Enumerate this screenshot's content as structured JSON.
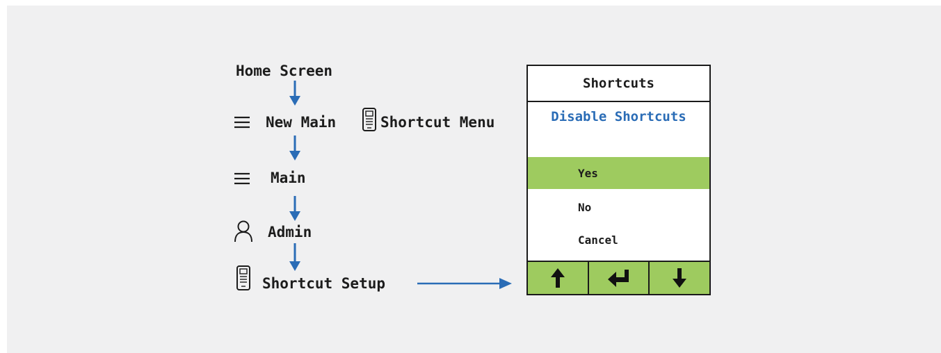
{
  "flow": {
    "home_screen": "Home Screen",
    "new_main": "New Main",
    "shortcut_menu": "Shortcut Menu",
    "main": "Main",
    "admin": "Admin",
    "shortcut_setup": "Shortcut Setup"
  },
  "device": {
    "title": "Shortcuts",
    "subtitle": "Disable Shortcuts",
    "options": [
      "Yes",
      "No",
      "Cancel"
    ],
    "selected_option": "Yes",
    "keys": [
      "up-arrow-icon",
      "enter-icon",
      "down-arrow-icon"
    ]
  },
  "colors": {
    "arrow": "#2a6cb6",
    "highlight": "#9ecb5f",
    "subtitle": "#2a6cb6",
    "background": "#f0f0f1"
  }
}
